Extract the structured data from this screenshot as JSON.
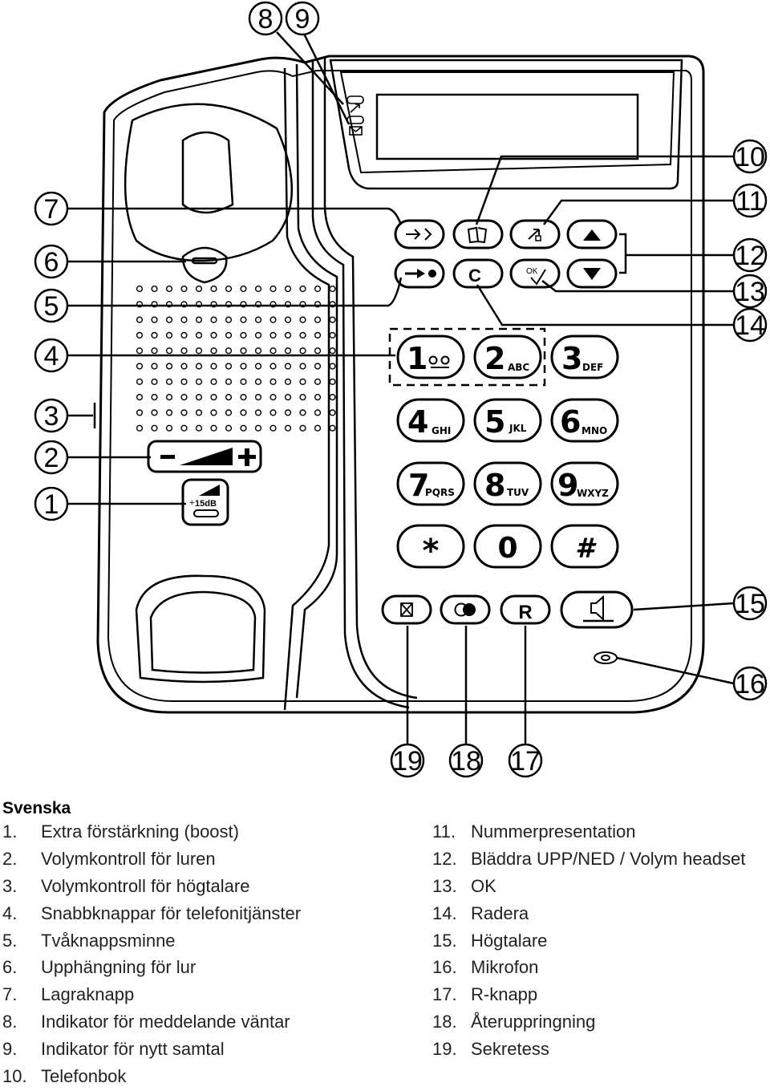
{
  "callouts": [
    {
      "id": "1",
      "label": "1"
    },
    {
      "id": "2",
      "label": "2"
    },
    {
      "id": "3",
      "label": "3"
    },
    {
      "id": "4",
      "label": "4"
    },
    {
      "id": "5",
      "label": "5"
    },
    {
      "id": "6",
      "label": "6"
    },
    {
      "id": "7",
      "label": "7"
    },
    {
      "id": "8",
      "label": "8"
    },
    {
      "id": "9",
      "label": "9"
    },
    {
      "id": "10",
      "label": "10"
    },
    {
      "id": "11",
      "label": "11"
    },
    {
      "id": "12",
      "label": "12"
    },
    {
      "id": "13",
      "label": "13"
    },
    {
      "id": "14",
      "label": "14"
    },
    {
      "id": "15",
      "label": "15"
    },
    {
      "id": "16",
      "label": "16"
    },
    {
      "id": "17",
      "label": "17"
    },
    {
      "id": "18",
      "label": "18"
    },
    {
      "id": "19",
      "label": "19"
    }
  ],
  "keypad": {
    "k1": {
      "digit": "1",
      "letters": ""
    },
    "k2": {
      "digit": "2",
      "letters": "ABC"
    },
    "k3": {
      "digit": "3",
      "letters": "DEF"
    },
    "k4": {
      "digit": "4",
      "letters": "GHI"
    },
    "k5": {
      "digit": "5",
      "letters": "JKL"
    },
    "k6": {
      "digit": "6",
      "letters": "MNO"
    },
    "k7": {
      "digit": "7",
      "letters": "PQRS"
    },
    "k8": {
      "digit": "8",
      "letters": "TUV"
    },
    "k9": {
      "digit": "9",
      "letters": "WXYZ"
    },
    "kstar": {
      "digit": "*"
    },
    "k0": {
      "digit": "0"
    },
    "khash": {
      "digit": "#"
    }
  },
  "buttons": {
    "clear": "C",
    "ok": "OK",
    "r": "R",
    "boost": "15dB",
    "boost_plus": "+"
  },
  "legend": {
    "title": "Svenska",
    "left": [
      {
        "num": "1.",
        "text": "Extra förstärkning (boost)"
      },
      {
        "num": "2.",
        "text": "Volymkontroll för luren"
      },
      {
        "num": "3.",
        "text": "Volymkontroll för högtalare"
      },
      {
        "num": "4.",
        "text": "Snabbknappar för telefonitjänster"
      },
      {
        "num": "5.",
        "text": "Tvåknappsminne"
      },
      {
        "num": "6.",
        "text": "Upphängning för lur"
      },
      {
        "num": "7.",
        "text": "Lagraknapp"
      },
      {
        "num": "8.",
        "text": "Indikator för meddelande väntar"
      },
      {
        "num": "9.",
        "text": "Indikator för nytt samtal"
      },
      {
        "num": "10.",
        "text": "Telefonbok"
      }
    ],
    "right": [
      {
        "num": "11.",
        "text": "Nummerpresentation"
      },
      {
        "num": "12.",
        "text": "Bläddra UPP/NED / Volym headset"
      },
      {
        "num": "13.",
        "text": "OK"
      },
      {
        "num": "14.",
        "text": "Radera"
      },
      {
        "num": "15.",
        "text": "Högtalare"
      },
      {
        "num": "16.",
        "text": "Mikrofon"
      },
      {
        "num": "17.",
        "text": "R-knapp"
      },
      {
        "num": "18.",
        "text": "Återuppringning"
      },
      {
        "num": "19.",
        "text": "Sekretess"
      }
    ]
  }
}
